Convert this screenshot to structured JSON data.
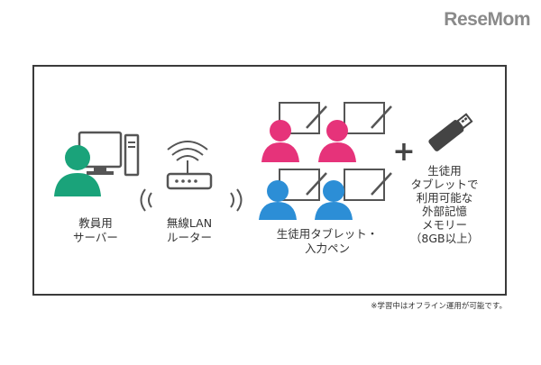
{
  "brand": {
    "logo_text": "ReseMom"
  },
  "diagram": {
    "teacher_server": {
      "line1": "教員用",
      "line2": "サーバー"
    },
    "router": {
      "line1": "無線LAN",
      "line2": "ルーター"
    },
    "tablets": {
      "line1": "生徒用タブレット・",
      "line2": "入力ペン"
    },
    "plus": "+",
    "memory": {
      "lines": [
        "生徒用",
        "タブレットで",
        "利用可能な",
        "外部記憶",
        "メモリー",
        "（8GB以上）"
      ]
    }
  },
  "footnote": "※学習中はオフライン運用が可能です。",
  "colors": {
    "teacher": "#1aa37a",
    "student_top": "#e6337a",
    "student_bottom": "#2c8ed6",
    "frame": "#3a3a3a",
    "icon_gray": "#555555"
  }
}
